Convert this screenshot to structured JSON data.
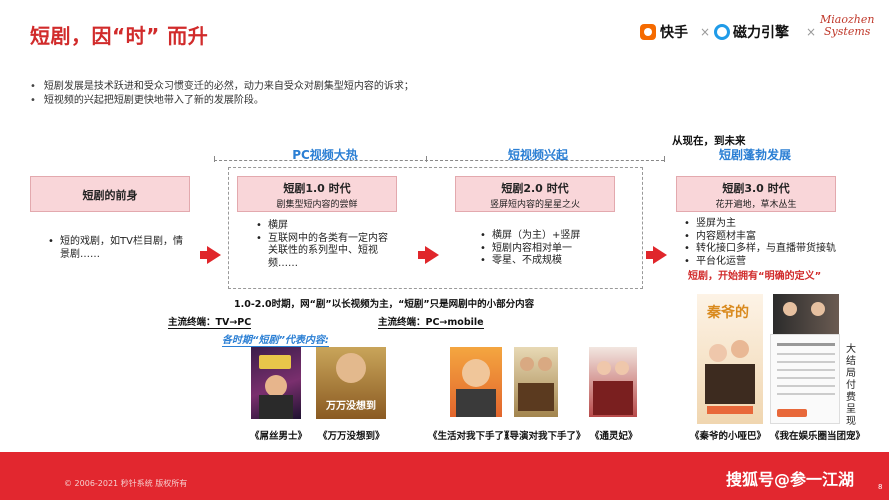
{
  "title": "短剧，因“时” 而升",
  "intro_bullets": [
    "短剧发展是技术跃进和受众习惯变迁的必然，动力来自受众对剧集型短内容的诉求；",
    "短视频的兴起把短剧更快地带入了新的发展阶段。"
  ],
  "logos": {
    "kuaishou": "快手",
    "cili": "磁力引擎",
    "miaozhen_line1": "Miaozhen",
    "miaozhen_line2": "Systems",
    "sep": "×"
  },
  "future_label": "从现在，到未来",
  "columns": [
    {
      "head": "PC视频大热"
    },
    {
      "head": "短视频兴起"
    },
    {
      "head": "短剧蓬勃发展"
    }
  ],
  "stages": [
    {
      "title": "短剧的前身",
      "subtitle": "",
      "items": [
        "短的戏剧，如TV栏目剧，情景剧……"
      ]
    },
    {
      "title": "短剧1.0 时代",
      "subtitle": "剧集型短内容的尝鲜",
      "items": [
        "横屏",
        "互联网中的各类有一定内容关联性的系列型中、短视频……"
      ]
    },
    {
      "title": "短剧2.0 时代",
      "subtitle": "竖屏短内容的星星之火",
      "items": [
        "横屏（为主）+竖屏",
        "短剧内容相对单一",
        "零星、不成规模"
      ]
    },
    {
      "title": "短剧3.0 时代",
      "subtitle": "花开遍地，草木丛生",
      "items": [
        "竖屏为主",
        "内容题材丰富",
        "转化接口多样，与直播带货接轨",
        "平台化运营"
      ]
    }
  ],
  "highlight": "短剧，开始拥有“明确的定义”",
  "note_1020": "1.0-2.0时期，网“剧”以长视频为主，“短剧”只是网剧中的小部分内容",
  "mainstream": [
    {
      "label": "主流终端：TV→PC"
    },
    {
      "label": "主流终端：PC→mobile"
    }
  ],
  "representative_label": "各时期“短剧”代表内容:",
  "captions": [
    "《屌丝男士》",
    "《万万没想到》",
    "《生活对我下手了》",
    "《导演对我下手了》",
    "《通灵妃》",
    "《秦爷的小哑巴》",
    "《我在娱乐圈当团宠》"
  ],
  "poster_text": {
    "wanwan": "万万没想到",
    "qinye": "秦爷的",
    "side_vertical": "大结局付费呈现"
  },
  "footer": {
    "copyright": "© 2006-2021 秒针系统 版权所有",
    "watermark": "搜狐号@参一江湖",
    "page": "8"
  },
  "colors": {
    "brand_red": "#e2272f",
    "title_red": "#d12b2b",
    "head_blue": "#2b7fd4",
    "stage_pink": "#f9d6d9"
  }
}
